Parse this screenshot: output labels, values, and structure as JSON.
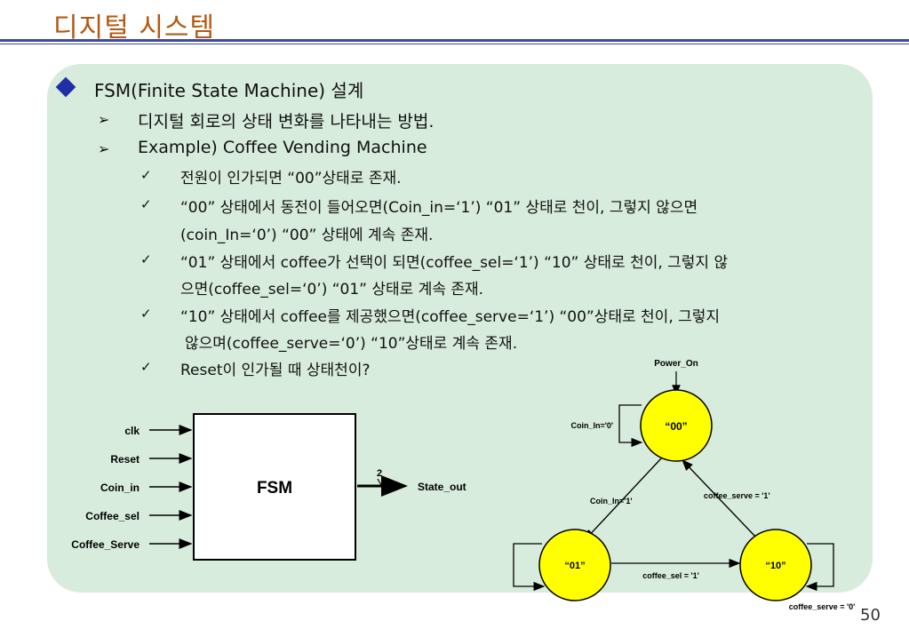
{
  "slide": {
    "title": "디지털 시스템",
    "page_number": "50"
  },
  "content": {
    "heading": "FSM(Finite State Machine) 설계",
    "sub1": "디지털 회로의 상태 변화를 나타내는 방법.",
    "sub2": "Example) Coffee Vending Machine",
    "items": [
      "전원이 인가되면 “00”상태로 존재.",
      "“00” 상태에서 동전이 들어오면(Coin_in=‘1’) “01” 상태로 천이, 그렇지 않으면",
      "(coin_In=‘0’) “00” 상태에 계속 존재.",
      "“01” 상태에서 coffee가 선택이 되면(coffee_sel=‘1’) “10” 상태로 천이, 그렇지 않",
      "으면(coffee_sel=‘0’) “01” 상태로 계속 존재.",
      "“10” 상태에서 coffee를 제공했으면(coffee_serve=‘1’) “00”상태로 천이, 그렇지",
      "않으며(coffee_serve=‘0’) “10”상태로 계속 존재.",
      "Reset이 인가될 때 상태천이?"
    ]
  },
  "block_diagram": {
    "block_label": "FSM",
    "inputs": [
      "clk",
      "Reset",
      "Coin_in",
      "Coffee_sel",
      "Coffee_Serve"
    ],
    "bus_width": "2",
    "output": "State_out"
  },
  "state_diagram": {
    "power_on": "Power_On",
    "states": [
      "“00”",
      "“01”",
      "“10”"
    ],
    "labels": {
      "self_00": "Coin_In='0'",
      "t_00_01": "Coin_In='1'",
      "t_10_00": "coffee_serve = '1'",
      "t_01_10": "coffee_sel = '1'",
      "self_10": "coffee_serve = '0'"
    },
    "state_color": "#ffff00"
  }
}
